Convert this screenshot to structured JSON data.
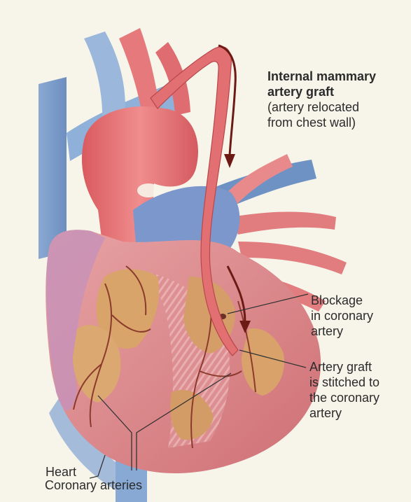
{
  "labels": {
    "graft": {
      "title_line1": "Internal mammary",
      "title_line2": "artery graft",
      "desc_line1": "(artery relocated",
      "desc_line2": "from chest wall)"
    },
    "blockage": {
      "line1": "Blockage",
      "line2": "in coronary",
      "line3": "artery"
    },
    "stitched": {
      "line1": "Artery graft",
      "line2": "is stitched to",
      "line3": "the coronary",
      "line4": "artery"
    },
    "heart": "Heart",
    "coronary_arteries": "Coronary arteries"
  },
  "colors": {
    "background": "#f7f5ea",
    "vein_blue": "#7d9cc7",
    "artery_red": "#d9676a",
    "heart_muscle": "#d98a8c",
    "fat_tissue": "#d9a56a",
    "leader_line": "#333333"
  }
}
